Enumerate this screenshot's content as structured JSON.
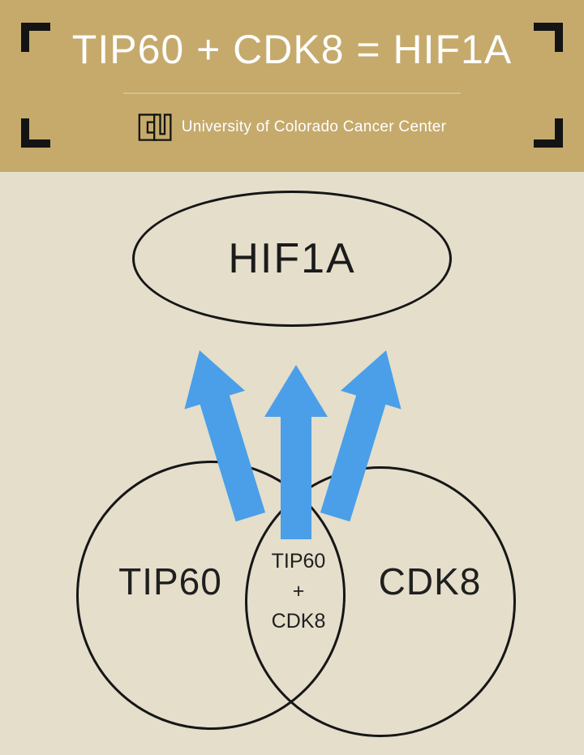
{
  "header": {
    "title": "TIP60 + CDK8 = HIF1A",
    "org_name": "University of Colorado Cancer Center",
    "logo": "CU-interlocking-monogram"
  },
  "diagram": {
    "result_label": "HIF1A",
    "left_circle_label": "TIP60",
    "right_circle_label": "CDK8",
    "overlap": {
      "line1": "TIP60",
      "line2": "+",
      "line3": "CDK8"
    },
    "relationship": "three arrows point upward from TIP60 circle, TIP60+CDK8 overlap, and CDK8 circle to the HIF1A ellipse"
  },
  "colors": {
    "banner": "#c5aa6c",
    "background": "#e4decb",
    "arrow": "#4a9fe8",
    "outline": "#161616",
    "title_text": "#fefefe"
  }
}
